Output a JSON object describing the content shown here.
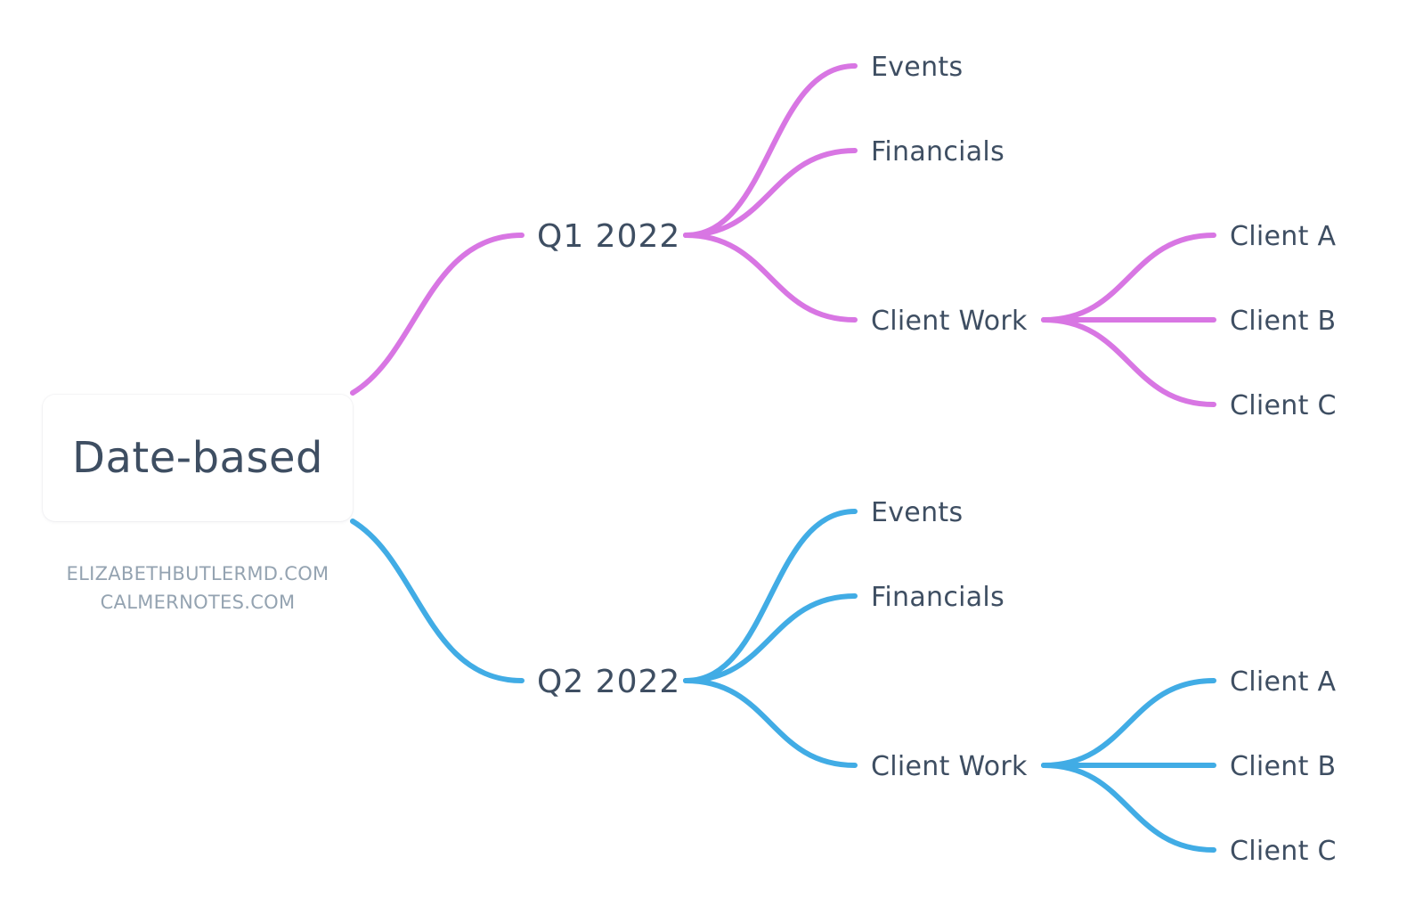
{
  "root": {
    "label": "Date-based",
    "watermark_lines": [
      "ELIZABETHBUTLERMD.COM",
      "CALMERNOTES.COM"
    ]
  },
  "colors": {
    "q1_branch": "#d876e3",
    "q2_branch": "#41ace5",
    "text": "#3e4e62",
    "watermark": "#94a3b1"
  },
  "branches": [
    {
      "id": "q1",
      "label": "Q1 2022",
      "color_key": "q1_branch",
      "children": [
        {
          "label": "Events",
          "children": []
        },
        {
          "label": "Financials",
          "children": []
        },
        {
          "label": "Client Work",
          "children": [
            {
              "label": "Client A"
            },
            {
              "label": "Client B"
            },
            {
              "label": "Client C"
            }
          ]
        }
      ]
    },
    {
      "id": "q2",
      "label": "Q2 2022",
      "color_key": "q2_branch",
      "children": [
        {
          "label": "Events",
          "children": []
        },
        {
          "label": "Financials",
          "children": []
        },
        {
          "label": "Client Work",
          "children": [
            {
              "label": "Client A"
            },
            {
              "label": "Client B"
            },
            {
              "label": "Client C"
            }
          ]
        }
      ]
    }
  ]
}
